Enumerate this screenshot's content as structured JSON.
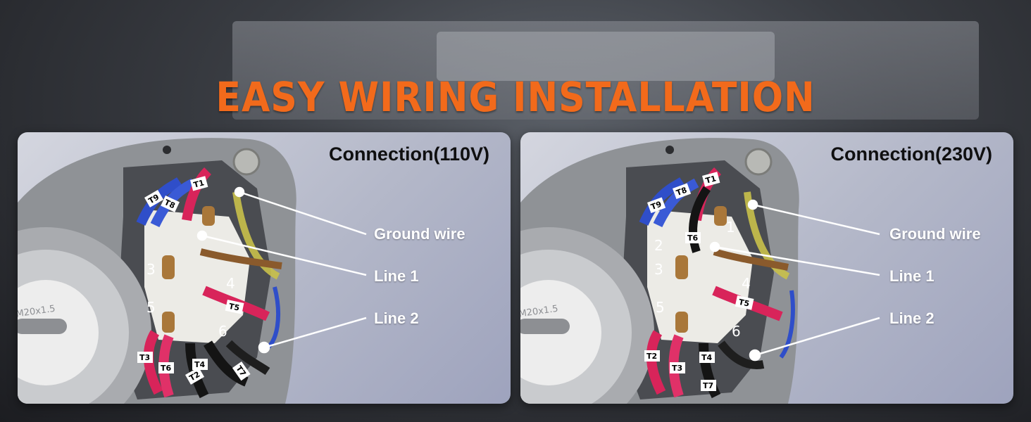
{
  "headline": "EASY WIRING INSTALLATION",
  "left_panel": {
    "title": "Connection(110V)",
    "callouts": {
      "ground": "Ground wire",
      "line1": "Line 1",
      "line2": "Line 2"
    },
    "cap_text": "M20x1.5",
    "terminal_numbers": [
      "3",
      "5",
      "4",
      "6"
    ],
    "wire_tags": [
      "T9",
      "T8",
      "T1",
      "T5",
      "T3",
      "T6",
      "T4",
      "T2",
      "T7"
    ]
  },
  "right_panel": {
    "title": "Connection(230V)",
    "callouts": {
      "ground": "Ground wire",
      "line1": "Line 1",
      "line2": "Line 2"
    },
    "cap_text": "M20x1.5",
    "terminal_numbers": [
      "1",
      "2",
      "3",
      "5",
      "4",
      "6"
    ],
    "wire_tags": [
      "T9",
      "T8",
      "T1",
      "T6",
      "T5",
      "T2",
      "T3",
      "T4",
      "T7"
    ]
  },
  "colors": {
    "headline": "#f26a1b",
    "red_wire": "#d8245a",
    "blue_wire": "#2f4ec9",
    "ground_wire": "#c9c14a",
    "brown_wire": "#8a5a2c",
    "black_wire": "#141414"
  }
}
